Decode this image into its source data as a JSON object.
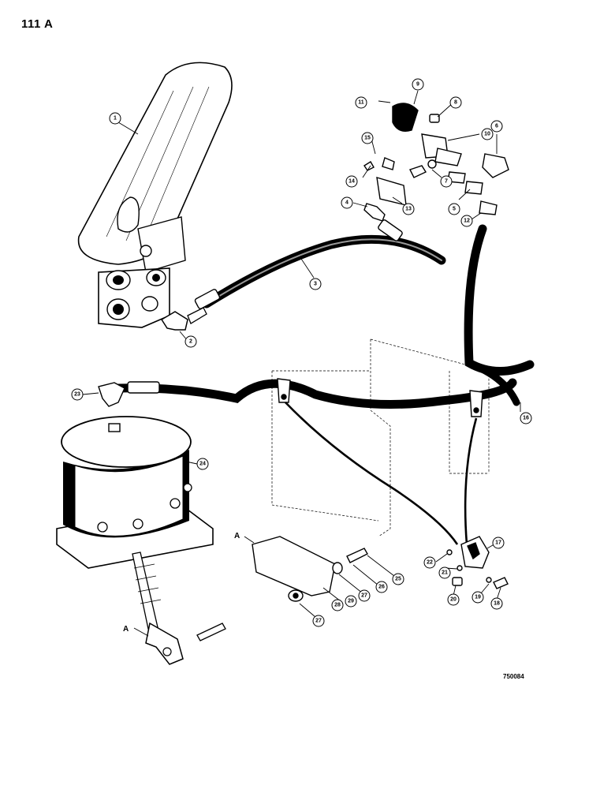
{
  "page": {
    "number": "111 A",
    "drawing_code": "750084"
  },
  "ref_letter": "A",
  "callouts": [
    "1",
    "2",
    "3",
    "4",
    "5",
    "6",
    "7",
    "8",
    "9",
    "10",
    "11",
    "12",
    "13",
    "14",
    "15",
    "16",
    "17",
    "18",
    "19",
    "20",
    "21",
    "22",
    "23",
    "24",
    "25",
    "26",
    "27",
    "28",
    "29"
  ],
  "colors": {
    "ink": "#000000",
    "paper": "#ffffff",
    "shadow_gray": "#cfcfcf"
  }
}
